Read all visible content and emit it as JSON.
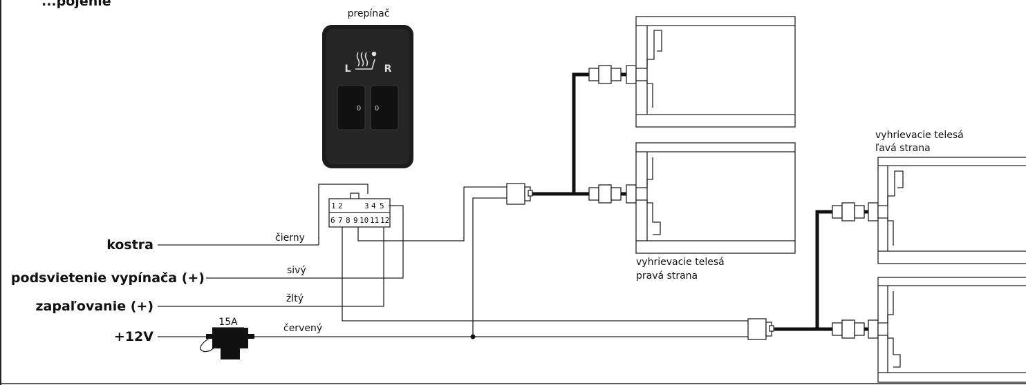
{
  "title_fragment": "...pojenie",
  "switch": {
    "caption": "prepínač",
    "left_letter": "L",
    "right_letter": "R",
    "left_knob": "0",
    "right_knob": "0"
  },
  "connector_pins": {
    "top": [
      "1",
      "2",
      "3",
      "4",
      "5"
    ],
    "bottom": [
      "6",
      "7",
      "8",
      "9",
      "10",
      "11",
      "12"
    ]
  },
  "inputs": [
    {
      "label": "kostra",
      "wire": "čierny"
    },
    {
      "label": "podsvietenie vypínača (+)",
      "wire": "sivý"
    },
    {
      "label": "zapaľovanie (+)",
      "wire": "žltý"
    },
    {
      "label": "+12V",
      "wire": "červený"
    }
  ],
  "fuse": {
    "rating": "15A"
  },
  "heaters": {
    "right": {
      "line1": "vyhrievacie telesá",
      "line2": "pravá strana"
    },
    "left": {
      "line1": "vyhrievacie telesá",
      "line2": "ľavá strana"
    }
  }
}
